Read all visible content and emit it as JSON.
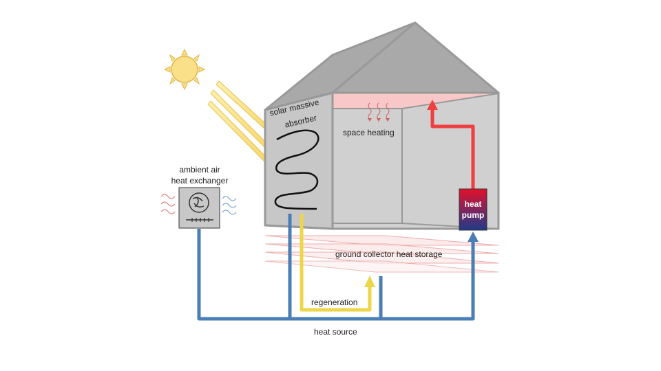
{
  "diagram": {
    "labels": {
      "solar_absorber_line1": "solar massive",
      "solar_absorber_line2": "absorber",
      "space_heating": "space heating",
      "ambient_line1": "ambient air",
      "ambient_line2": "heat exchanger",
      "heat_pump_line1": "heat",
      "heat_pump_line2": "pump",
      "ground_storage": "ground collector heat storage",
      "regeneration": "regeneration",
      "heat_source": "heat source"
    },
    "colors": {
      "house_fill": "#d0d0d0",
      "roof_fill": "#a9a9a9",
      "house_stroke": "#999999",
      "space_heating_fill": "#f8c8c8",
      "sun": "#fbe08a",
      "sun_stroke": "#e0b640",
      "heat_source_pipe": "#4a7eb5",
      "regeneration_pipe": "#ecd649",
      "heat_output_pipe": "#ee4040",
      "ground_layers": "#e88a8a",
      "heat_pump_top": "#e0102a",
      "heat_pump_bottom": "#1e3a8a"
    }
  }
}
